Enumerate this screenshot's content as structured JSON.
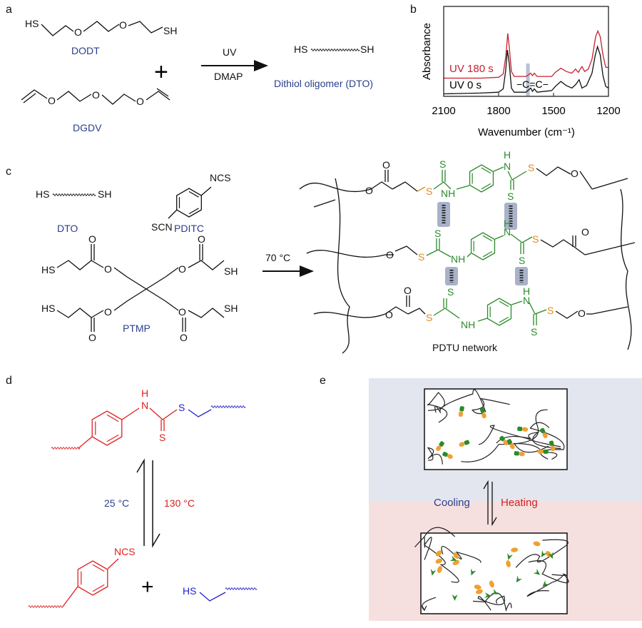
{
  "panels": {
    "a": "a",
    "b": "b",
    "c": "c",
    "d": "d",
    "e": "e"
  },
  "a": {
    "dodt_hs": "HS",
    "dodt_sh": "SH",
    "o": "O",
    "dodt_label": "DODT",
    "plus": "+",
    "dgdv_label": "DGDV",
    "arrow_top": "UV",
    "arrow_bottom": "DMAP",
    "dto_hs": "HS",
    "dto_sh": "SH",
    "dto_label": "Dithiol oligomer (DTO)"
  },
  "chart_data": {
    "type": "line",
    "title": "",
    "xlabel": "Wavenumber (cm⁻¹)",
    "ylabel": "Absorbance",
    "xlim": [
      2100,
      1200
    ],
    "ylim": [
      0,
      1
    ],
    "xticks": [
      "2100",
      "1800",
      "1500",
      "1200"
    ],
    "annotation": "−C=C−",
    "highlight_band": [
      1650,
      1630
    ],
    "series": [
      {
        "name": "UV 180 s",
        "color": "#c8202f",
        "points": [
          [
            2100,
            0.22
          ],
          [
            1900,
            0.22
          ],
          [
            1800,
            0.23
          ],
          [
            1775,
            0.27
          ],
          [
            1760,
            0.5
          ],
          [
            1750,
            0.76
          ],
          [
            1742,
            0.6
          ],
          [
            1730,
            0.3
          ],
          [
            1715,
            0.24
          ],
          [
            1650,
            0.24
          ],
          [
            1625,
            0.28
          ],
          [
            1615,
            0.25
          ],
          [
            1605,
            0.28
          ],
          [
            1590,
            0.24
          ],
          [
            1510,
            0.24
          ],
          [
            1490,
            0.29
          ],
          [
            1460,
            0.34
          ],
          [
            1430,
            0.3
          ],
          [
            1400,
            0.28
          ],
          [
            1380,
            0.33
          ],
          [
            1365,
            0.29
          ],
          [
            1345,
            0.36
          ],
          [
            1330,
            0.3
          ],
          [
            1310,
            0.33
          ],
          [
            1290,
            0.45
          ],
          [
            1270,
            0.72
          ],
          [
            1258,
            0.79
          ],
          [
            1245,
            0.72
          ],
          [
            1230,
            0.5
          ],
          [
            1215,
            0.35
          ],
          [
            1200,
            0.35
          ]
        ]
      },
      {
        "name": "UV 0 s",
        "color": "#111111",
        "points": [
          [
            2100,
            0.03
          ],
          [
            1900,
            0.04
          ],
          [
            1800,
            0.05
          ],
          [
            1775,
            0.09
          ],
          [
            1762,
            0.3
          ],
          [
            1752,
            0.56
          ],
          [
            1742,
            0.4
          ],
          [
            1730,
            0.1
          ],
          [
            1715,
            0.05
          ],
          [
            1650,
            0.05
          ],
          [
            1625,
            0.1
          ],
          [
            1615,
            0.06
          ],
          [
            1605,
            0.09
          ],
          [
            1590,
            0.05
          ],
          [
            1510,
            0.07
          ],
          [
            1490,
            0.12
          ],
          [
            1460,
            0.18
          ],
          [
            1430,
            0.13
          ],
          [
            1400,
            0.1
          ],
          [
            1380,
            0.14
          ],
          [
            1360,
            0.2
          ],
          [
            1345,
            0.1
          ],
          [
            1320,
            0.13
          ],
          [
            1290,
            0.28
          ],
          [
            1272,
            0.5
          ],
          [
            1260,
            0.6
          ],
          [
            1245,
            0.5
          ],
          [
            1230,
            0.25
          ],
          [
            1215,
            0.12
          ],
          [
            1200,
            0.1
          ]
        ]
      }
    ]
  },
  "c": {
    "dto_hs": "HS",
    "dto_sh": "SH",
    "dto_label": "DTO",
    "ncs": "NCS",
    "scn": "SCN",
    "pditc_label": "PDITC",
    "hs": "HS",
    "sh": "SH",
    "o": "O",
    "ptmp_label": "PTMP",
    "arrow_label": "70 °C",
    "atoms": {
      "S": "S",
      "O": "O",
      "N": "N",
      "H": "H",
      "NH": "NH"
    },
    "network_label": "PDTU network"
  },
  "d": {
    "h": "H",
    "n": "N",
    "s": "S",
    "ncs": "NCS",
    "hs": "HS",
    "plus": "+",
    "low_temp": "25 °C",
    "high_temp": "130 °C"
  },
  "e": {
    "cooling": "Cooling",
    "heating": "Heating"
  },
  "colors": {
    "navy": "#2b3f8c",
    "red": "#d42020",
    "green": "#2a8a2a",
    "orange": "#e08a1e",
    "top_bg": "#e3e6ef",
    "bottom_bg": "#f6e0df"
  }
}
